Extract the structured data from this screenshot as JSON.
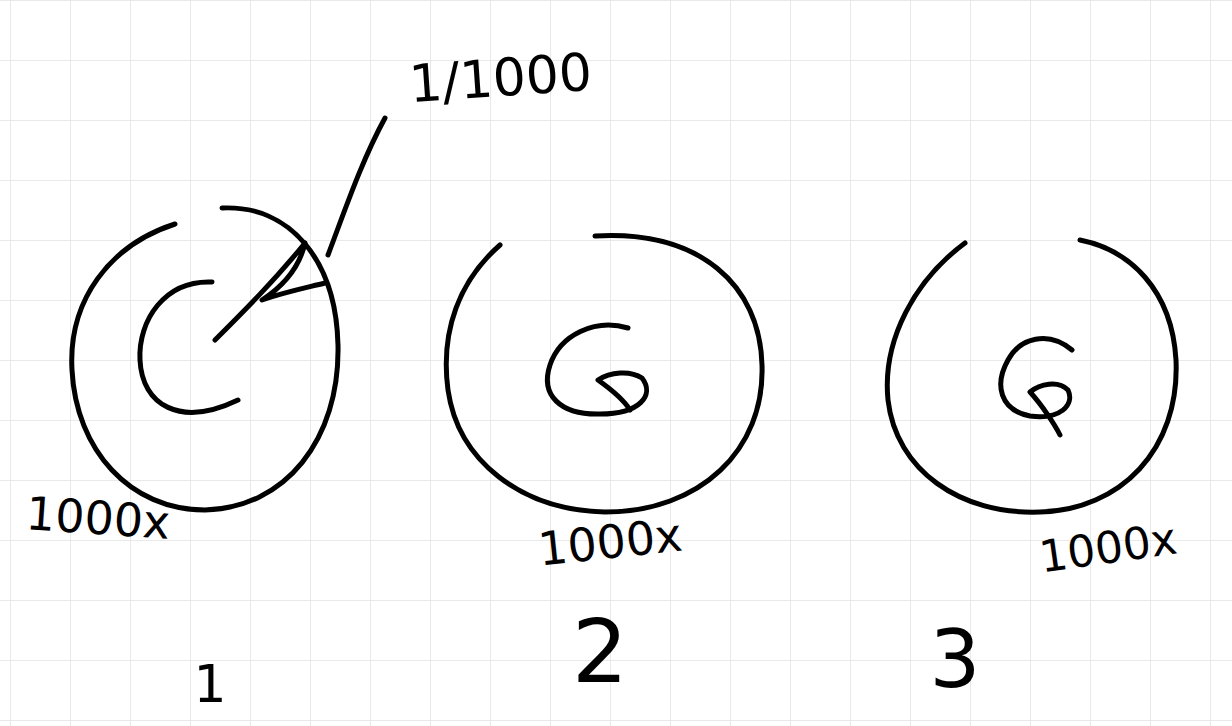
{
  "diagram": {
    "labels": [
      "1/1000",
      "1000x",
      "1000x",
      "1000x",
      "1",
      "2",
      "3"
    ]
  }
}
